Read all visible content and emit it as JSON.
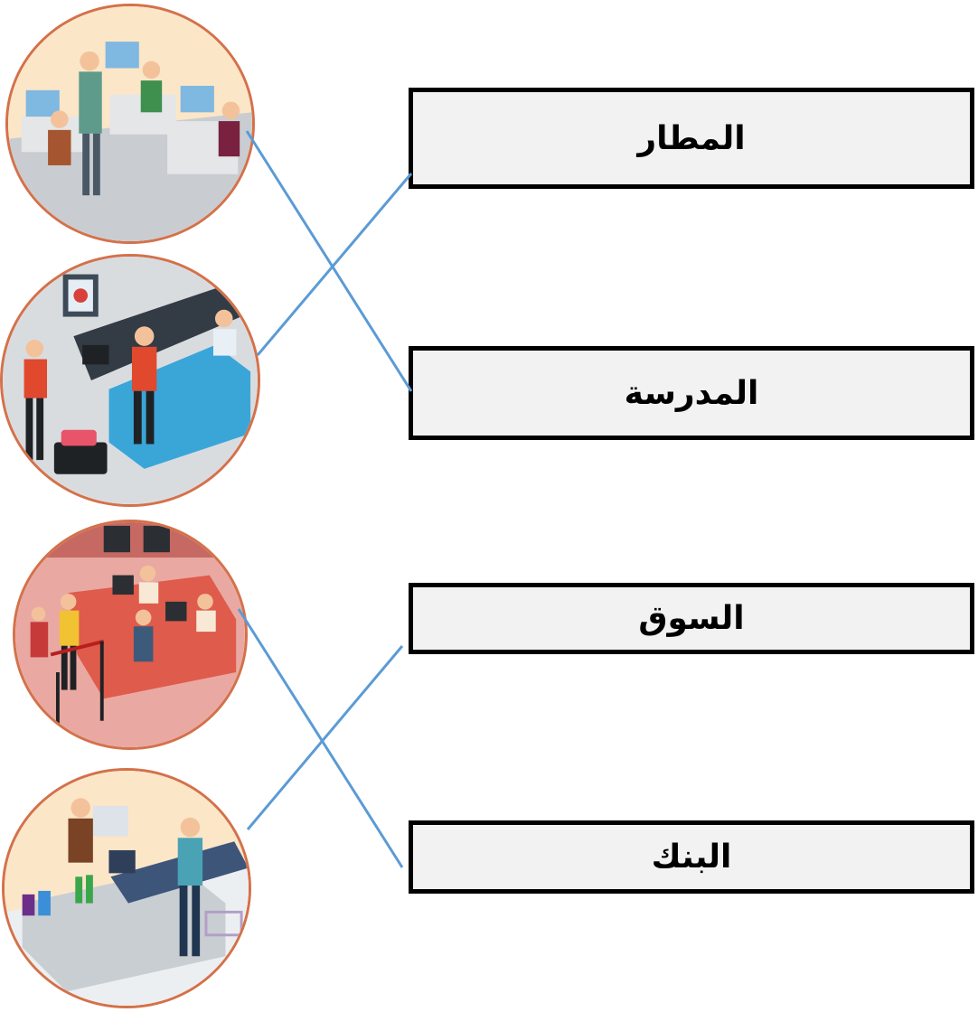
{
  "labels": {
    "airport": "المطار",
    "school": "المدرسة",
    "market": "السوق",
    "bank": "البنك"
  },
  "pictures": {
    "p1": "office-workers-scene",
    "p2": "airport-checkin-scene",
    "p3": "bank-counter-scene",
    "p4": "supermarket-checkout-scene"
  },
  "colors": {
    "circle_border": "#d4714a",
    "line": "#5b9bd5",
    "box_fill": "#f2f2f2"
  }
}
